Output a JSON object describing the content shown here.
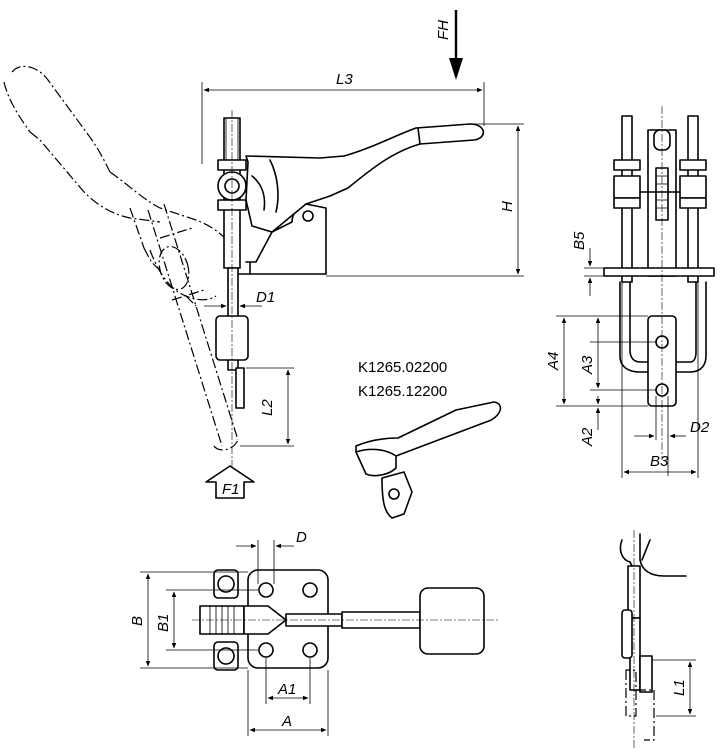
{
  "part_numbers": [
    "K1265.02200",
    "K1265.12200"
  ],
  "dimension_labels": {
    "FH": "FH",
    "L3": "L3",
    "H": "H",
    "D1": "D1",
    "L2": "L2",
    "F1": "F1",
    "B5": "B5",
    "A4": "A4",
    "A3": "A3",
    "A2": "A2",
    "D2": "D2",
    "B3": "B3",
    "D": "D",
    "B": "B",
    "B1": "B1",
    "A1": "A1",
    "A": "A",
    "L1": "L1"
  }
}
